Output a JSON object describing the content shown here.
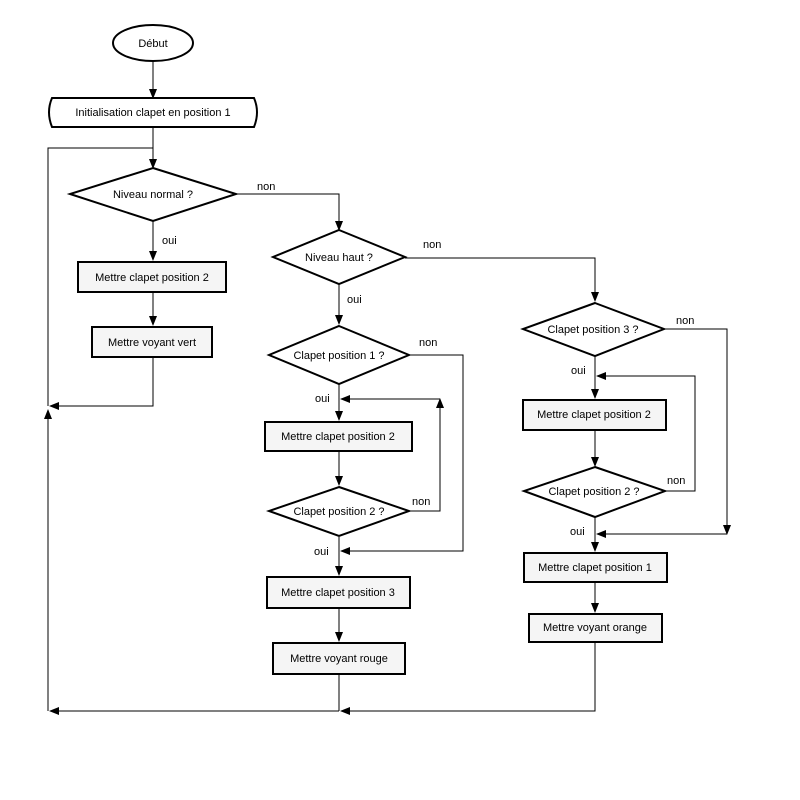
{
  "nodes": {
    "start": "Début",
    "init": "Initialisation clapet en position 1",
    "niveau_normal": "Niveau normal ?",
    "clapet2_a": "Mettre clapet position 2",
    "voyant_vert": "Mettre voyant vert",
    "niveau_haut": "Niveau haut ?",
    "clapet_pos1_q": "Clapet position 1 ?",
    "clapet2_b": "Mettre clapet position 2",
    "clapet_pos2_q_mid": "Clapet position 2 ?",
    "clapet3": "Mettre clapet position 3",
    "voyant_rouge": "Mettre voyant rouge",
    "clapet_pos3_q": "Clapet position 3 ?",
    "clapet2_c": "Mettre clapet position 2",
    "clapet_pos2_q_right": "Clapet position 2 ?",
    "clapet1": "Mettre clapet position 1",
    "voyant_orange": "Mettre voyant orange"
  },
  "edge_labels": {
    "non_1": "non",
    "oui_1": "oui",
    "non_2": "non",
    "oui_2": "oui",
    "non_3": "non",
    "oui_3": "oui",
    "non_4": "non",
    "oui_4": "oui",
    "non_5": "non",
    "oui_5": "oui",
    "non_6": "non",
    "oui_6": "oui"
  },
  "colors": {
    "box_fill": "#f5f5f5",
    "stroke": "#000000"
  }
}
